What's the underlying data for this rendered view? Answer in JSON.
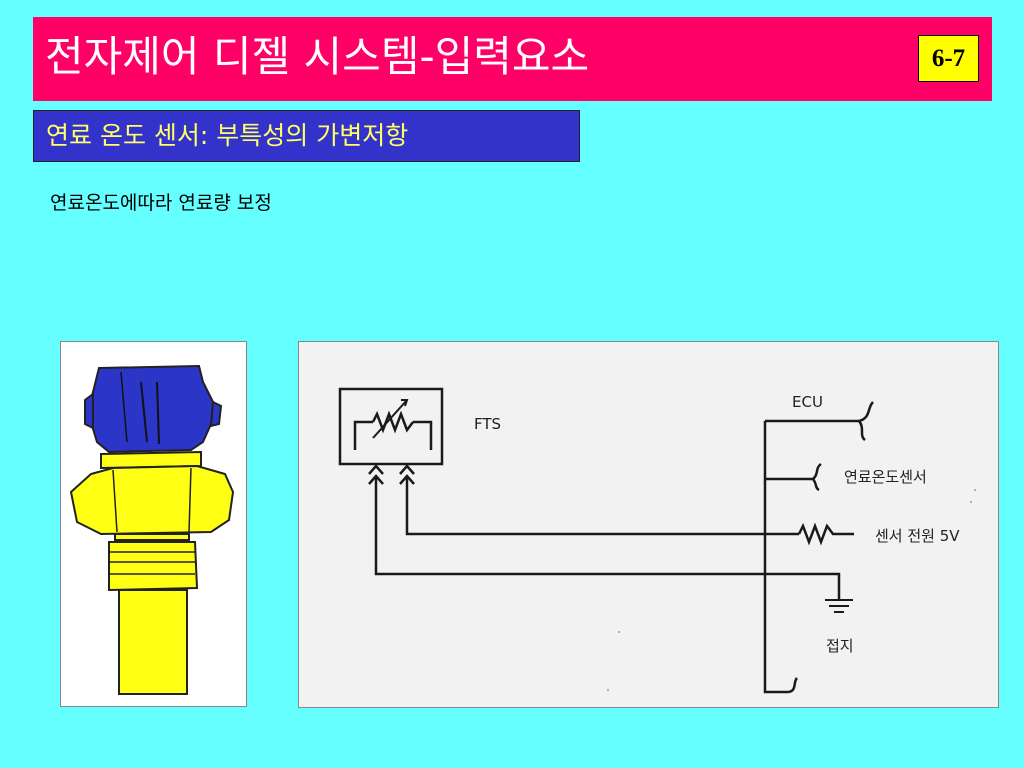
{
  "header": {
    "title": "전자제어 디젤 시스템-입력요소",
    "page_badge": "6-7"
  },
  "subtitle": "연료 온도 센서: 부특성의 가변저항",
  "body_text": "연료온도에따라 연료량 보정",
  "figure_photo": {
    "colors": {
      "cap": "#2b36c8",
      "body": "#ffff14",
      "outline": "#222222"
    }
  },
  "diagram": {
    "labels": {
      "fts": "FTS",
      "ecu": "ECU",
      "sensor": "연료온도센서",
      "supply": "센서 전원 5V",
      "ground": "접지"
    }
  },
  "colors": {
    "background": "#66ffff",
    "title_bar": "#ff0066",
    "badge": "#ffff00",
    "subtitle_box": "#3333cc",
    "subtitle_text": "#ffff66"
  }
}
